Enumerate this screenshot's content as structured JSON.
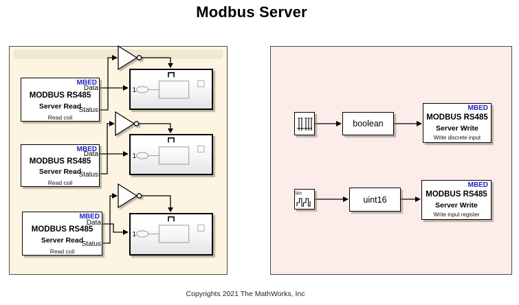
{
  "title": "Modbus Server",
  "footer": "Copyrights 2021 The MathWorks, Inc",
  "colors": {
    "left_panel_bg": "#fdf5e1",
    "left_panel_band": "#f0e8cf",
    "right_panel_bg": "#fcecea",
    "panel_border": "#4a4a45",
    "mbed_blue": "#2222cc",
    "block_bg": "#ffffff",
    "wire": "#000000"
  },
  "left_panel": {
    "read_blocks": [
      {
        "badge": "MBED",
        "title": "MODBUS RS485",
        "subtitle": "Server Read",
        "caption": "Read coil",
        "port_data": "Data",
        "port_status": "Status"
      },
      {
        "badge": "MBED",
        "title": "MODBUS RS485",
        "subtitle": "Server Read",
        "caption": "Read coil",
        "port_data": "Data",
        "port_status": "Status"
      },
      {
        "badge": "MBED",
        "title": "MODBUS RS485",
        "subtitle": "Server Read",
        "caption": "Read coil",
        "port_data": "Data",
        "port_status": "Status"
      }
    ],
    "subsystems": [
      {
        "input_port": "1"
      },
      {
        "input_port": "1"
      },
      {
        "input_port": "1"
      }
    ]
  },
  "right_panel": {
    "rows": [
      {
        "source_icon": "impulse-train-icon",
        "converter_label": "boolean",
        "write_block": {
          "badge": "MBED",
          "title": "MODBUS RS485",
          "subtitle": "Server Write",
          "caption": "Write discrete input"
        }
      },
      {
        "source_icon": "stair-counter-icon",
        "source_label": "lim",
        "converter_label": "uint16",
        "write_block": {
          "badge": "MBED",
          "title": "MODBUS RS485",
          "subtitle": "Server Write",
          "caption": "Write input register"
        }
      }
    ]
  }
}
